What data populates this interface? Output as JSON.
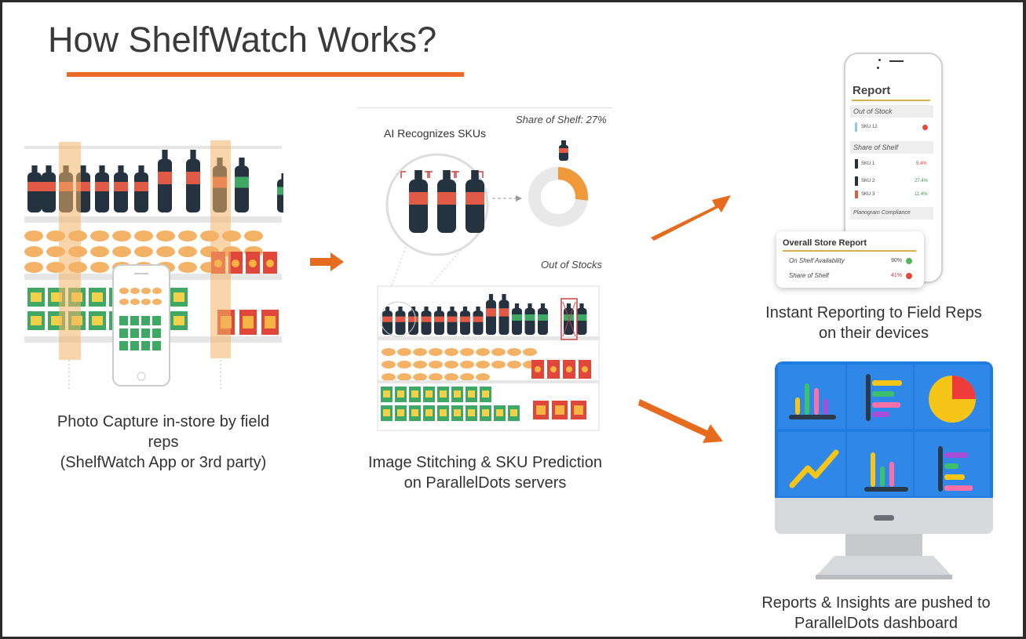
{
  "title": "How ShelfWatch Works?",
  "colors": {
    "accent_orange": "#ec6a2a",
    "dashboard_blue": "#1e7be0",
    "highlight_band": "#f3b266",
    "cola_red": "#e05a45",
    "cola_dark": "#253240",
    "green_bottle": "#3fa864"
  },
  "step1": {
    "caption_line1": "Photo Capture in-store by field",
    "caption_line2": "reps",
    "caption_line3": "(ShelfWatch App or 3rd party)"
  },
  "step2": {
    "share_label": "Share of Shelf: 27%",
    "share_value": 27,
    "ai_label": "AI Recognizes SKUs",
    "oos_label": "Out of Stocks",
    "caption_line1": "Image Stitching & SKU Prediction",
    "caption_line2": "on ParallelDots servers"
  },
  "step3": {
    "report_title": "Report",
    "out_of_stock": "Out of Stock",
    "sku12": "SKU 12",
    "share_of_shelf": "Share of Shelf",
    "sku1": "SKU 1",
    "sku1_val": "5.4%",
    "sku2": "SKU 2",
    "sku2_val": "27.4%",
    "sku3": "SKU 3",
    "sku3_val": "11.4%",
    "planogram": "Planogram Compliance",
    "store_report_title": "Overall Store Report",
    "osa_label": "On Shelf Availability",
    "osa_val": "90%",
    "sos_label": "Share of Shelf",
    "sos_val": "41%",
    "caption_line1": "Instant Reporting to Field Reps",
    "caption_line2": "on their devices"
  },
  "step4": {
    "caption_line1": "Reports & Insights are pushed to",
    "caption_line2": "ParallelDots dashboard"
  }
}
